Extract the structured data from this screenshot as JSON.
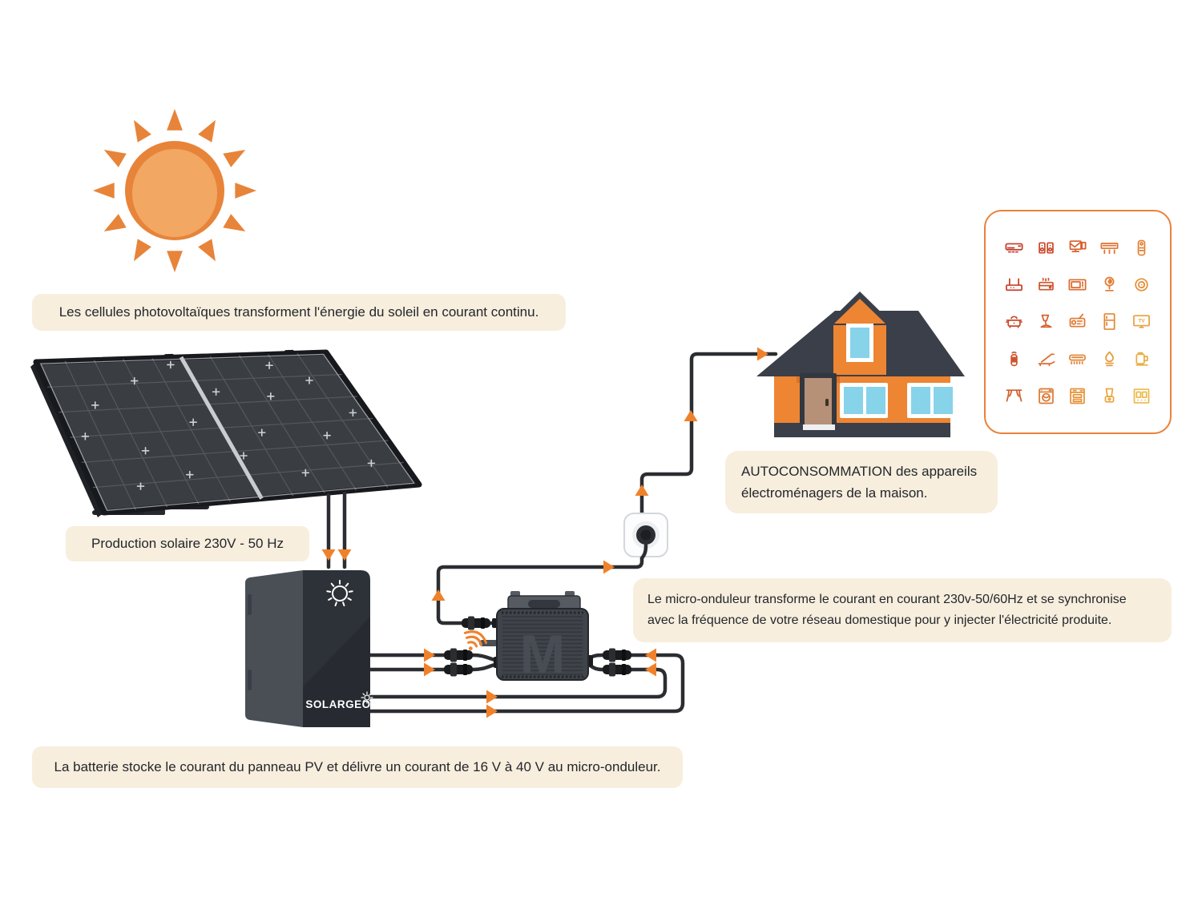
{
  "notes": {
    "pv": "Les cellules photovoltaïques transforment l'énergie du soleil en courant continu.",
    "production": "Production solaire 230V - 50 Hz",
    "autoconsommation": [
      "AUTOCONSOMMATION des appareils",
      "électroménagers de la maison."
    ],
    "micro": [
      "Le micro-onduleur transforme le courant en courant 230v-50/60Hz et se synchronise",
      "avec la fréquence de votre réseau domestique pour y injecter l'électricité produite."
    ],
    "battery": "La batterie stocke le courant du panneau PV et délivre un courant de 16 V à 40 V au micro-onduleur."
  },
  "battery": {
    "brand": "SOLARGEO"
  },
  "inverter": {
    "watermark": "M"
  },
  "appliances": {
    "tv_label": "TV",
    "icons": [
      {
        "name": "wall-air-conditioner",
        "color": "#c33a2a"
      },
      {
        "name": "speakers",
        "color": "#ca482c"
      },
      {
        "name": "desktop-computer",
        "color": "#d75e2e"
      },
      {
        "name": "air-conditioner",
        "color": "#df7230"
      },
      {
        "name": "smart-remote",
        "color": "#e38134"
      },
      {
        "name": "wifi-router",
        "color": "#c6422b"
      },
      {
        "name": "bread-maker",
        "color": "#d0552d"
      },
      {
        "name": "microwave-oven",
        "color": "#dc6c30"
      },
      {
        "name": "table-fan",
        "color": "#e17b33"
      },
      {
        "name": "robot-vacuum",
        "color": "#e68f3a"
      },
      {
        "name": "slow-cooker",
        "color": "#ca4b2c"
      },
      {
        "name": "desk-lamp",
        "color": "#d6622f"
      },
      {
        "name": "radio",
        "color": "#e07832"
      },
      {
        "name": "refrigerator",
        "color": "#e48836"
      },
      {
        "name": "television",
        "color": "#e9a03e"
      },
      {
        "name": "electric-shaver",
        "color": "#ce542e"
      },
      {
        "name": "treadmill",
        "color": "#da6e31"
      },
      {
        "name": "air-curtain",
        "color": "#e38536"
      },
      {
        "name": "humidifier",
        "color": "#e7993b"
      },
      {
        "name": "electric-kettle",
        "color": "#ebad44"
      },
      {
        "name": "curtains",
        "color": "#d25e2f"
      },
      {
        "name": "washing-machine",
        "color": "#de7a33"
      },
      {
        "name": "dishwasher",
        "color": "#e69239"
      },
      {
        "name": "blender",
        "color": "#eaa63f"
      },
      {
        "name": "oven",
        "color": "#eeb84a"
      }
    ]
  },
  "colors": {
    "accent": "#f0812b",
    "wire": "#2b2d31",
    "cream": "#f7eedd",
    "ink": "#23262c",
    "house": "#ed8533",
    "roof": "#3a3f49",
    "blue": "#87d3ea",
    "tan": "#b69178",
    "panel": "#3a3d42",
    "panelLine": "#55585e",
    "divider": "#c9ccd0",
    "frame": "#17191d",
    "batteryFront": "#2d3138",
    "batterySide": "#4a4f56",
    "inverter": "#3f434a",
    "metal": "#565a61",
    "sunray": "#e78439",
    "sunInner": "#f2a763"
  }
}
